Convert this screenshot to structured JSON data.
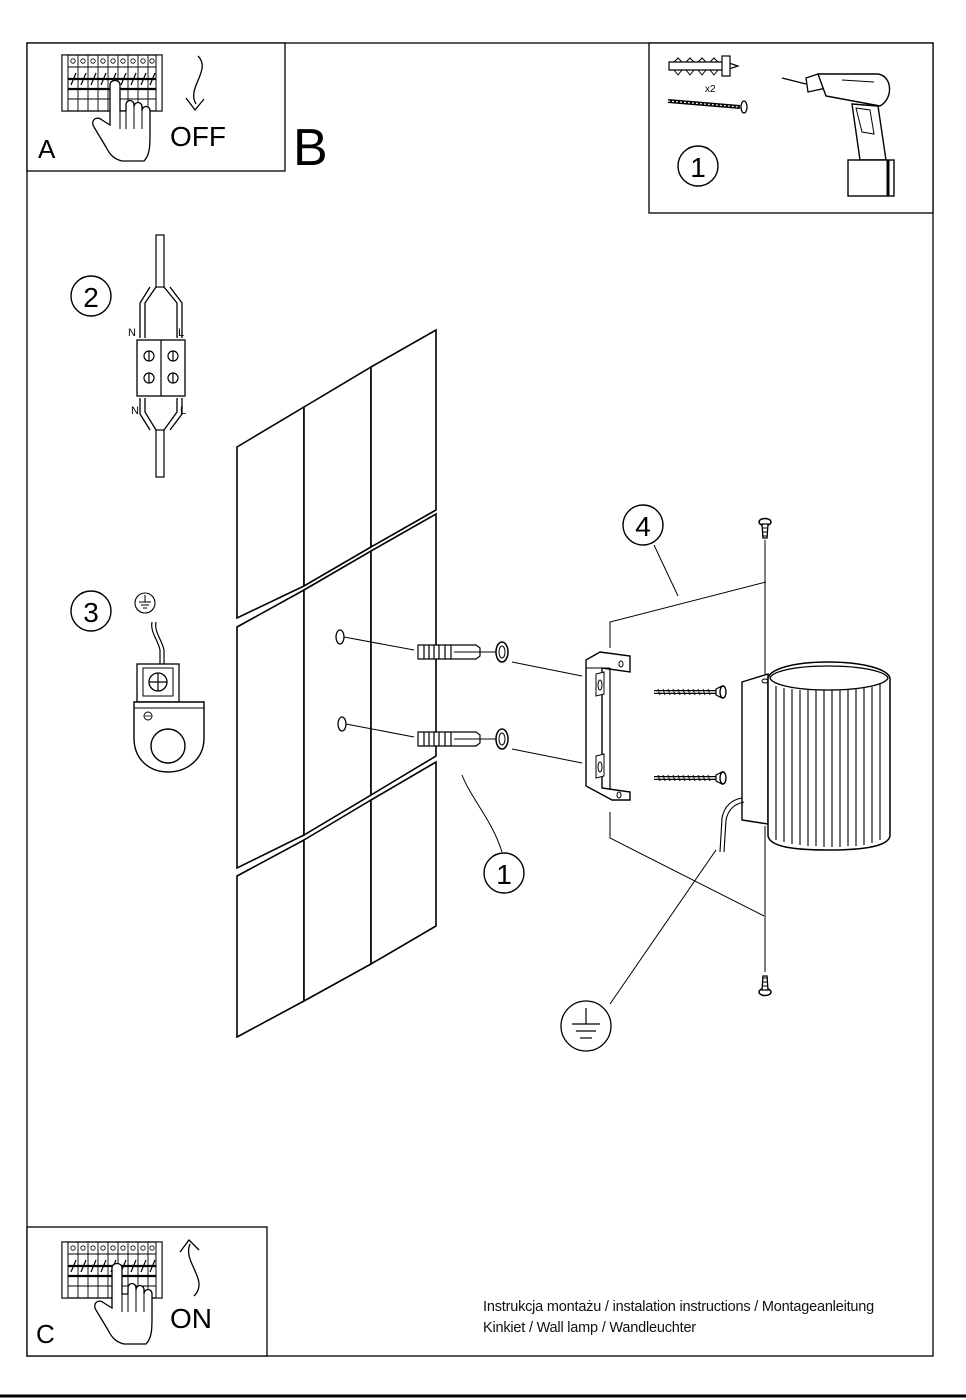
{
  "panels": {
    "a": {
      "letter": "A",
      "state": "OFF"
    },
    "b": {
      "letter": "B"
    },
    "c": {
      "letter": "C",
      "state": "ON"
    }
  },
  "steps": {
    "drill_kit": {
      "number": "1",
      "quantity": "x2"
    },
    "wiring": {
      "number": "2",
      "terminal_left": "N",
      "terminal_right": "L"
    },
    "ground": {
      "number": "3"
    },
    "wall_plugs": {
      "number": "1"
    },
    "bracket": {
      "number": "4"
    }
  },
  "caption": {
    "line1": "Instrukcja montażu / instalation instructions / Montageanleitung",
    "line2": "Kinkiet / Wall lamp / Wandleuchter"
  },
  "icons": [
    "circuit-breaker-icon",
    "hand-icon",
    "arrow-down-icon",
    "arrow-up-icon",
    "drill-icon",
    "wall-plug-icon",
    "screw-icon",
    "terminal-block-icon",
    "ground-symbol-icon",
    "wall-lamp-icon"
  ]
}
